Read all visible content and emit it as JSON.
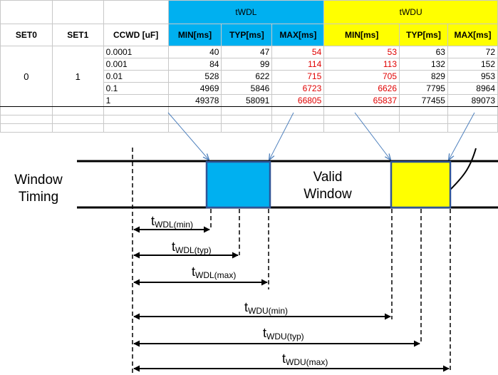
{
  "table": {
    "groups": {
      "wdl": "tWDL",
      "wdu": "tWDU"
    },
    "headers": [
      "SET0",
      "SET1",
      "CCWD [uF]",
      "MIN[ms]",
      "TYP[ms]",
      "MAX[ms]",
      "MIN[ms]",
      "TYP[ms]",
      "MAX[ms]"
    ],
    "set0": "0",
    "set1": "1",
    "rows": [
      {
        "ccwd": "0.0001",
        "vals": [
          "40",
          "47",
          "54",
          "53",
          "63",
          "72"
        ]
      },
      {
        "ccwd": "0.001",
        "vals": [
          "84",
          "99",
          "114",
          "113",
          "132",
          "152"
        ]
      },
      {
        "ccwd": "0.01",
        "vals": [
          "528",
          "622",
          "715",
          "705",
          "829",
          "953"
        ]
      },
      {
        "ccwd": "0.1",
        "vals": [
          "4969",
          "5846",
          "6723",
          "6626",
          "7795",
          "8964"
        ]
      },
      {
        "ccwd": "1",
        "vals": [
          "49378",
          "58091",
          "66805",
          "65837",
          "77455",
          "89073"
        ]
      }
    ]
  },
  "diagram": {
    "window_timing_line1": "Window",
    "window_timing_line2": "Timing",
    "valid_window_line1": "Valid",
    "valid_window_line2": "Window",
    "intervals": [
      {
        "base": "t",
        "sub": "WDL(min)"
      },
      {
        "base": "t",
        "sub": "WDL(typ)"
      },
      {
        "base": "t",
        "sub": "WDL(max)"
      },
      {
        "base": "t",
        "sub": "WDU(min)"
      },
      {
        "base": "t",
        "sub": "WDU(typ)"
      },
      {
        "base": "t",
        "sub": "WDU(max)"
      }
    ]
  },
  "colors": {
    "wdl": "#00b0f0",
    "wdu": "#ffff00",
    "red": "#e00000",
    "arrow_blue": "#4f81bd"
  }
}
